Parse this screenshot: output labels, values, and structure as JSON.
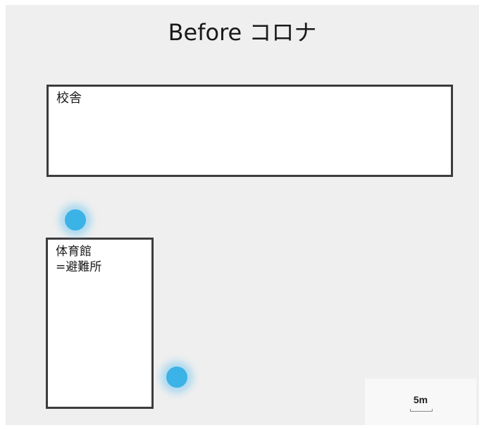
{
  "title": "Before コロナ",
  "buildings": {
    "school": {
      "label": "校舎"
    },
    "gym": {
      "label_line1": "体育館",
      "label_line2": "=避難所"
    }
  },
  "people": [
    {
      "icon": "person-dot",
      "color": "#3cb3e6"
    },
    {
      "icon": "person-dot",
      "color": "#3cb3e6"
    }
  ],
  "scale": {
    "label": "5m"
  },
  "colors": {
    "background": "#efefef",
    "building_fill": "#ffffff",
    "building_border": "#3c3c3c",
    "dot": "#3cb3e6"
  }
}
